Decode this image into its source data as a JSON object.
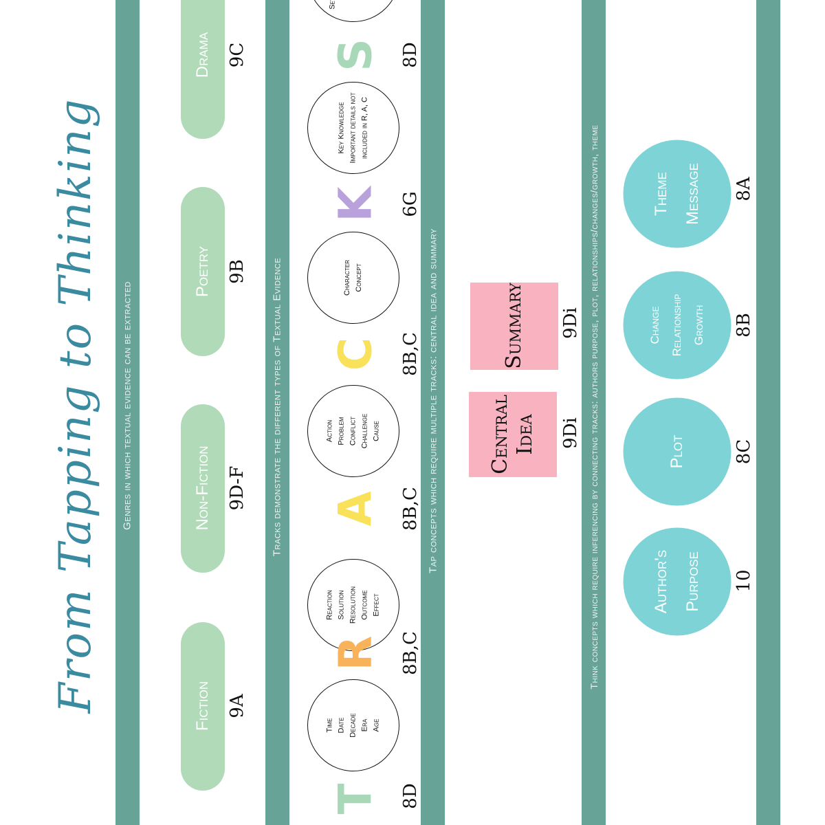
{
  "title": "From Tapping to Thinking",
  "colors": {
    "band": "#68a398",
    "pill": "#b0dab8",
    "pink": "#f8b2c0",
    "cyan": "#7dd3d6",
    "title": "#3a8aa0"
  },
  "genres": {
    "heading": "Genres in which textual evidence can be extracted",
    "items": [
      {
        "label": "Fiction",
        "code": "9A"
      },
      {
        "label": "Non-Fiction",
        "code": "9D-F"
      },
      {
        "label": "Poetry",
        "code": "9B"
      },
      {
        "label": "Drama",
        "code": "9C"
      }
    ]
  },
  "tracks": {
    "heading": "Tracks demonstrate the different types of Textual Evidence",
    "items": [
      {
        "letter": "T",
        "color": "#a8d8b8",
        "code": "8D",
        "lines": [
          "Time",
          "Date",
          "Decade",
          "Era",
          "Age"
        ]
      },
      {
        "letter": "R",
        "color": "#f7b25a",
        "code": "8B,C",
        "lines": [
          "Reaction",
          "Solution",
          "Resolution",
          "Outcome",
          "Effect"
        ]
      },
      {
        "letter": "A",
        "color": "#f9e15a",
        "code": "8B,C",
        "lines": [
          "Action",
          "Problem",
          "Conflict",
          "Challenge",
          "Cause"
        ]
      },
      {
        "letter": "C",
        "color": "#f9e15a",
        "code": "8B,C",
        "lines": [
          "Character",
          "Concept"
        ]
      },
      {
        "letter": "K",
        "color": "#b9a2dc",
        "code": "6G",
        "lines": [
          "Key Knowledge",
          "Important details not",
          "included in R, A, C"
        ]
      },
      {
        "letter": "S",
        "color": "#a8d8b8",
        "code": "8D",
        "lines": [
          "Set"
        ]
      }
    ]
  },
  "tap": {
    "heading": "Tap concepts which require multiple tracks: central idea and summary",
    "items": [
      {
        "lines": [
          "Central",
          "Idea"
        ],
        "code": "9Di"
      },
      {
        "lines": [
          "Summary"
        ],
        "code": "9Di"
      }
    ]
  },
  "think": {
    "heading": "Think concepts which require inferencing by connecting tracks: authors purpose, plot, relationships/changes/growth, theme",
    "items": [
      {
        "lines": [
          "Author's",
          "Purpose"
        ],
        "code": "10"
      },
      {
        "lines": [
          "Plot"
        ],
        "code": "8C"
      },
      {
        "lines": [
          "Change",
          "Relationship",
          "Growth"
        ],
        "code": "8B"
      },
      {
        "lines": [
          "Theme",
          "Message"
        ],
        "code": "8A"
      }
    ]
  }
}
